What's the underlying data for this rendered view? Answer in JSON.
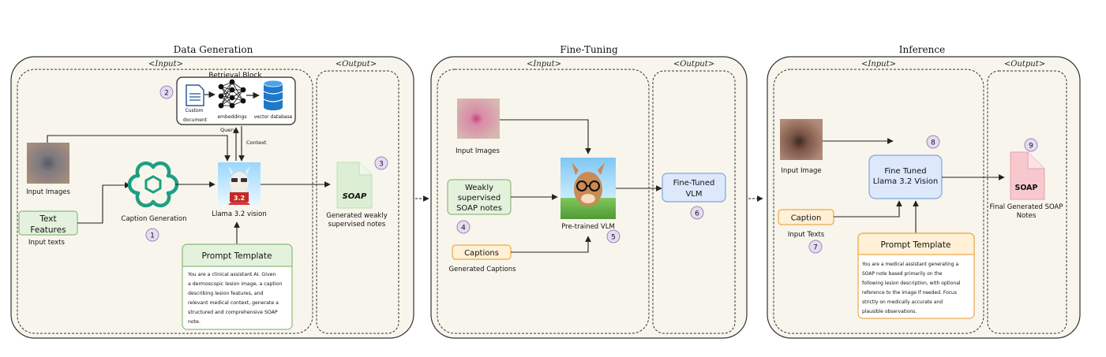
{
  "panels": {
    "data_generation": {
      "title": "Data Generation",
      "input_tag": "<Input>",
      "output_tag": "<Output>",
      "retrieval_block": "Retrieval Block",
      "custom_document_line1": "Custom",
      "custom_document_line2": "document",
      "embeddings": "embeddings",
      "vector_database": "vector database",
      "query": "Query",
      "context": "Context",
      "input_images": "Input Images",
      "text_features_line1": "Text",
      "text_features_line2": "Features",
      "input_texts": "Input texts",
      "caption_generation": "Caption Generation",
      "llama_label": "Llama 3.2 vision",
      "llama_badge": "3.2",
      "prompt_template_title": "Prompt Template",
      "prompt_template_lines": [
        "You are a clinical assistant AI. Given",
        "a dermoscopic lesion image, a caption",
        "describing lesion features, and",
        "relevant medical context, generate a",
        "structured and comprehensive SOAP",
        "note."
      ],
      "soap_doc": "SOAP",
      "output_line1": "Generated weakly",
      "output_line2": "supervised notes",
      "step_numbers": [
        "2",
        "1",
        "3"
      ]
    },
    "fine_tuning": {
      "title": "Fine-Tuning",
      "input_tag": "<Input>",
      "output_tag": "<Output>",
      "input_images": "Input Images",
      "weak_notes_line1": "Weakly",
      "weak_notes_line2": "supervised",
      "weak_notes_line3": "SOAP notes",
      "captions": "Captions",
      "generated_captions": "Generated Captions",
      "pretrained_vlm": "Pre-trained VLM",
      "fine_tuned_line1": "Fine-Tuned",
      "fine_tuned_line2": "VLM",
      "step_numbers": [
        "4",
        "5",
        "6"
      ]
    },
    "inference": {
      "title": "Inference",
      "input_tag": "<Input>",
      "output_tag": "<Output>",
      "input_image": "Input Image",
      "caption": "Caption",
      "input_texts": "Input Texts",
      "fine_tuned_line1": "Fine Tuned",
      "fine_tuned_line2": "Llama 3.2 Vision",
      "prompt_template_title": "Prompt Template",
      "prompt_template_lines": [
        "You are a medical assistant generating a",
        "SOAP note based primarily on the",
        "following lesion description, with optional",
        "reference to the image if needed. Focus",
        "strictly on medically accurate and",
        "plausible observations."
      ],
      "soap_doc": "SOAP",
      "final_line1": "Final Generated SOAP",
      "final_line2": "Notes",
      "step_numbers": [
        "8",
        "9",
        "7"
      ]
    }
  },
  "colors": {
    "panel_fill": "#f8f6ec",
    "green_box": "#e4f2dd",
    "green_border": "#8dbb7f",
    "orange_box": "#fff0d6",
    "orange_border": "#e9a94a",
    "blue_box": "#dde9fb",
    "blue_border": "#7ea5dc",
    "circle_fill": "#e6dcf2",
    "circle_border": "#9d86c0",
    "pink_doc": "#f7c9cf",
    "openai_green": "#1e9e83"
  }
}
